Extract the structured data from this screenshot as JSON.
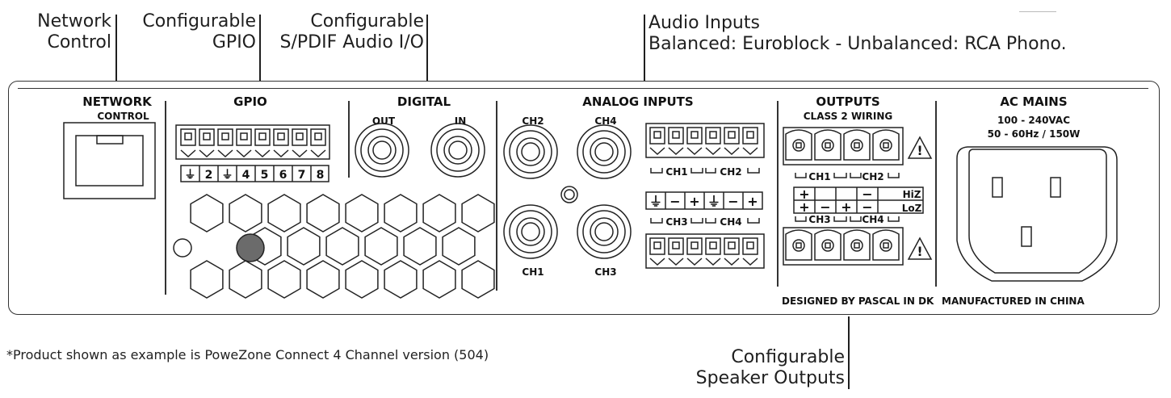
{
  "callouts": {
    "network_control": [
      "Network",
      "Control"
    ],
    "gpio": [
      "Configurable",
      "GPIO"
    ],
    "spdif": [
      "Configurable",
      "S/PDIF Audio I/O"
    ],
    "audio_inputs": [
      "Audio Inputs",
      "Balanced: Euroblock - Unbalanced: RCA Phono."
    ],
    "speaker_outputs": [
      "Configurable",
      "Speaker  Outputs"
    ]
  },
  "sections": {
    "network": [
      "NETWORK",
      "CONTROL"
    ],
    "gpio": "GPIO",
    "digital": "DIGITAL",
    "digital_out": "OUT",
    "digital_in": "IN",
    "analog": "ANALOG INPUTS",
    "outputs": "OUTPUTS",
    "class2": "CLASS 2 WIRING",
    "ac_mains": "AC MAINS",
    "ac_rating_1": "100 - 240VAC",
    "ac_rating_2": "50 - 60Hz / 150W"
  },
  "gpio_pins": [
    "⏚",
    "2",
    "⏚",
    "4",
    "5",
    "6",
    "7",
    "8"
  ],
  "analog_channels": {
    "top_left": "CH2",
    "top_right": "CH4",
    "bottom_left": "CH1",
    "bottom_right": "CH3"
  },
  "euroblock_labels": {
    "top_pair": [
      "CH1",
      "CH2"
    ],
    "bottom_pair": [
      "CH3",
      "CH4"
    ],
    "polarity": [
      "⏚",
      "−",
      "+",
      "⏚",
      "−",
      "+"
    ]
  },
  "output_labels": {
    "top_pair": [
      "CH1",
      "CH2"
    ],
    "bottom_pair": [
      "CH3",
      "CH4"
    ],
    "hiz": "HiZ",
    "loz": "LoZ",
    "hiz_row": [
      "+",
      "",
      "",
      "−"
    ],
    "loz_row": [
      "+",
      "−",
      "+",
      "−"
    ]
  },
  "bottom": {
    "designed": "DESIGNED BY PASCAL IN DK",
    "manufactured": "MANUFACTURED IN CHINA"
  },
  "footnote": "*Product shown as example is PoweZone Connect 4 Channel version (504)"
}
